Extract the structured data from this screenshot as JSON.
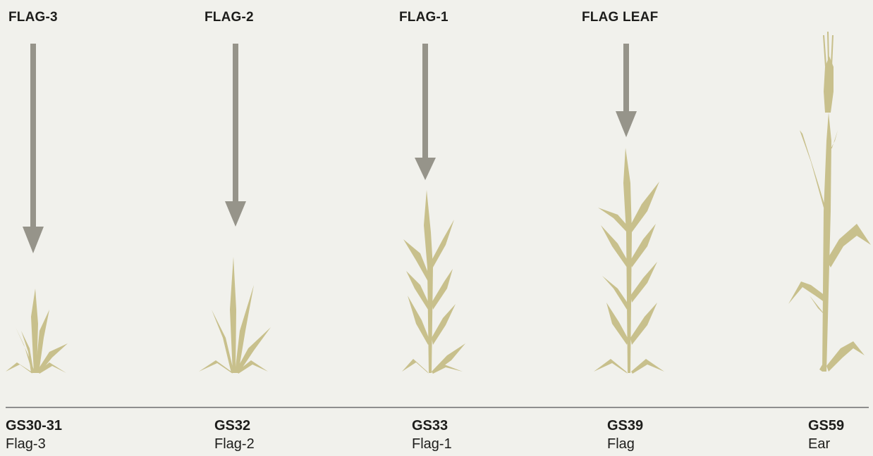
{
  "colors": {
    "background": "#f1f1ec",
    "arrow": "#96948a",
    "plant": "#c8c08c",
    "baseline": "#8e8e8e",
    "text": "#1d1d1b"
  },
  "top_labels": [
    "FLAG-3",
    "FLAG-2",
    "FLAG-1",
    "FLAG LEAF"
  ],
  "stages": [
    {
      "code": "GS30-31",
      "name": "Flag-3"
    },
    {
      "code": "GS32",
      "name": "Flag-2"
    },
    {
      "code": "GS33",
      "name": "Flag-1"
    },
    {
      "code": "GS39",
      "name": "Flag"
    },
    {
      "code": "GS59",
      "name": "Ear"
    }
  ]
}
